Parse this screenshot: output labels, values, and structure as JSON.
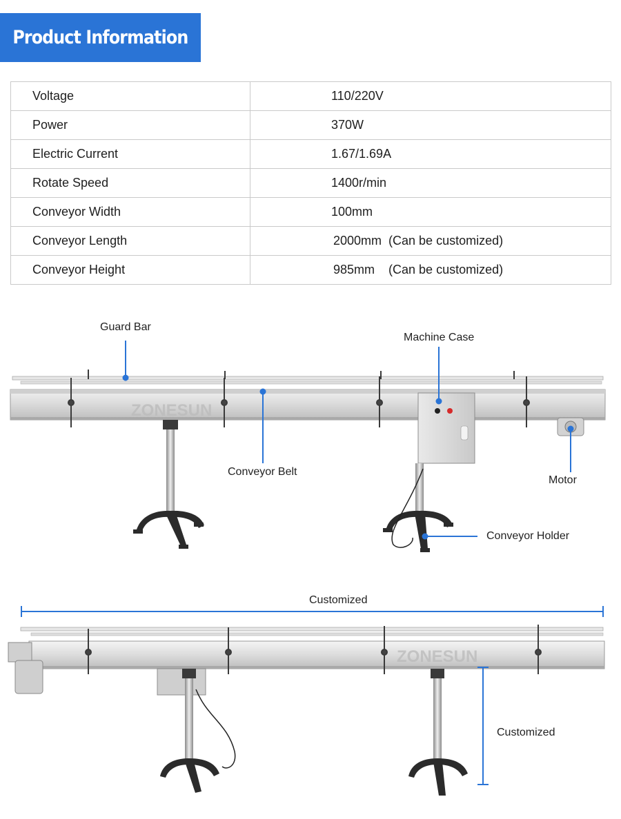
{
  "header": {
    "title": "Product Information"
  },
  "specs": [
    {
      "label": "Voltage",
      "value": "110/220V"
    },
    {
      "label": "Power",
      "value": "370W"
    },
    {
      "label": "Electric Current",
      "value": "1.67/1.69A"
    },
    {
      "label": "Rotate Speed",
      "value": "1400r/min"
    },
    {
      "label": "Conveyor Width",
      "value": "100mm"
    },
    {
      "label": "Conveyor Length",
      "value": "2000mm  (Can be customized)"
    },
    {
      "label": "Conveyor Height",
      "value": "985mm    (Can be customized)"
    }
  ],
  "diagram1": {
    "watermark": "ZONESUN",
    "labels": {
      "guard_bar": "Guard Bar",
      "machine_case": "Machine Case",
      "conveyor_belt": "Conveyor Belt",
      "motor": "Motor",
      "conveyor_holder": "Conveyor Holder"
    }
  },
  "diagram2": {
    "watermark": "ZONESUN",
    "labels": {
      "length": "Customized",
      "height": "Customized"
    }
  },
  "colors": {
    "accent": "#2a74d6",
    "metal": "#d8d8d8",
    "dark": "#2b2b2b"
  }
}
